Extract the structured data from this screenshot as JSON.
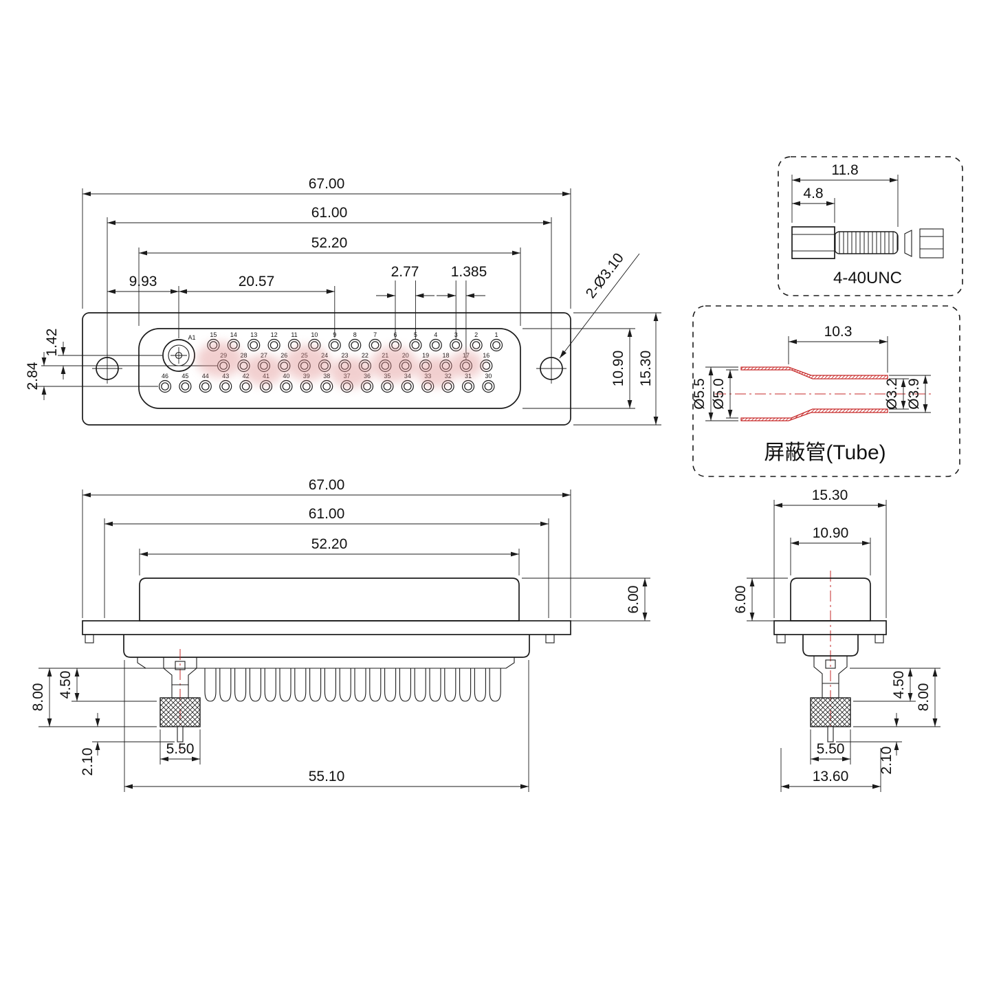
{
  "views": {
    "front": {
      "dim_overall_width": "67.00",
      "dim_mount_spacing": "61.00",
      "dim_opening_width": "52.20",
      "dim_a1_offset": "9.93",
      "dim_a1_to_pin": "20.57",
      "dim_pitch": "2.77",
      "dim_half_pitch": "1.385",
      "dim_row_offset": "1.42",
      "dim_row_spacing": "2.84",
      "dim_opening_height": "10.90",
      "dim_flange_height": "15.30",
      "callout_mount_holes": "2-Ø3.10",
      "a1_label": "A1",
      "pin_rows": [
        [
          "15",
          "14",
          "13",
          "12",
          "11",
          "10",
          "9",
          "8",
          "7",
          "6",
          "5",
          "4",
          "3",
          "2",
          "1"
        ],
        [
          "29",
          "28",
          "27",
          "26",
          "25",
          "24",
          "23",
          "22",
          "21",
          "20",
          "19",
          "18",
          "17",
          "16"
        ],
        [
          "46",
          "45",
          "44",
          "43",
          "42",
          "41",
          "40",
          "39",
          "38",
          "37",
          "36",
          "35",
          "34",
          "33",
          "32",
          "31",
          "30"
        ]
      ]
    },
    "screw": {
      "dim_length": "11.8",
      "dim_head": "4.8",
      "label_thread": "4-40UNC"
    },
    "tube": {
      "dim_length": "10.3",
      "dim_od_left": "Ø5.5",
      "dim_id_left": "Ø5.0",
      "dim_id_right": "Ø3.2",
      "dim_od_right": "Ø3.9",
      "label": "屏蔽管(Tube)"
    },
    "side": {
      "dim_overall_width": "67.00",
      "dim_mount_spacing": "61.00",
      "dim_body_width": "52.20",
      "dim_body_height": "6.00",
      "dim_contact_length": "8.00",
      "dim_cup_length": "4.50",
      "dim_tail": "2.10",
      "dim_barrel_width": "5.50",
      "dim_rear_width": "55.10"
    },
    "end": {
      "dim_flange_width": "15.30",
      "dim_body_width": "10.90",
      "dim_body_height": "6.00",
      "dim_cup_length": "4.50",
      "dim_contact_length": "8.00",
      "dim_tail": "2.10",
      "dim_barrel_width": "5.50",
      "dim_rear_width": "13.60"
    }
  },
  "colors": {
    "line": "#1b1b1b",
    "red": "#c62828",
    "watermark": "#e08f8f"
  }
}
